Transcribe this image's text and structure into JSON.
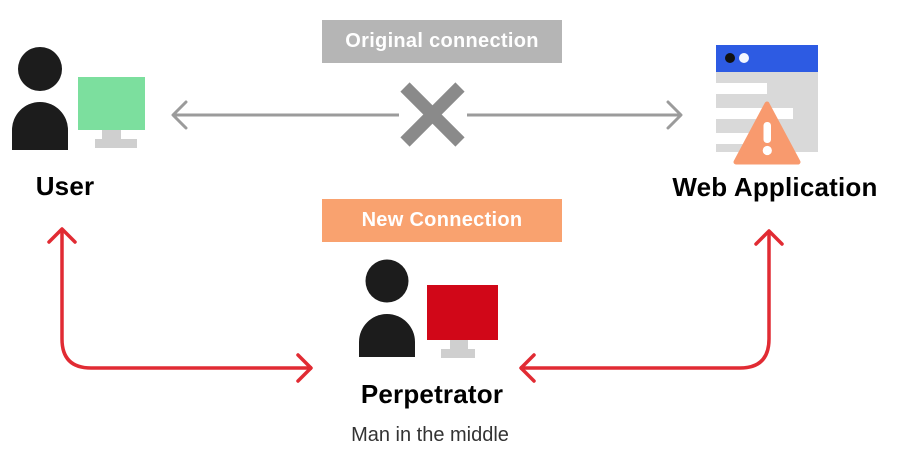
{
  "badges": {
    "original_connection": {
      "label": "Original connection",
      "bg": "#b5b5b5"
    },
    "new_connection": {
      "label": "New Connection",
      "bg": "#f9a26f"
    }
  },
  "nodes": {
    "user": {
      "label": "User"
    },
    "web_application": {
      "label": "Web Application"
    },
    "perpetrator": {
      "label": "Perpetrator",
      "sublabel": "Man in the middle"
    }
  },
  "colors": {
    "person": "#1c1c1c",
    "user_monitor": "#7cdf9e",
    "perpetrator_monitor": "#d10718",
    "monitor_stand": "#cfcfcf",
    "browser_top_bar": "#2d5be3",
    "browser_body": "#d9d9d9",
    "warning_triangle": "#f89a6e",
    "warning_glyph": "#ffffff",
    "gray_arrow": "#9b9b9b",
    "blocked_x": "#8a8a8a",
    "red_arrow": "#e12b33",
    "badge_text": "#ffffff"
  }
}
